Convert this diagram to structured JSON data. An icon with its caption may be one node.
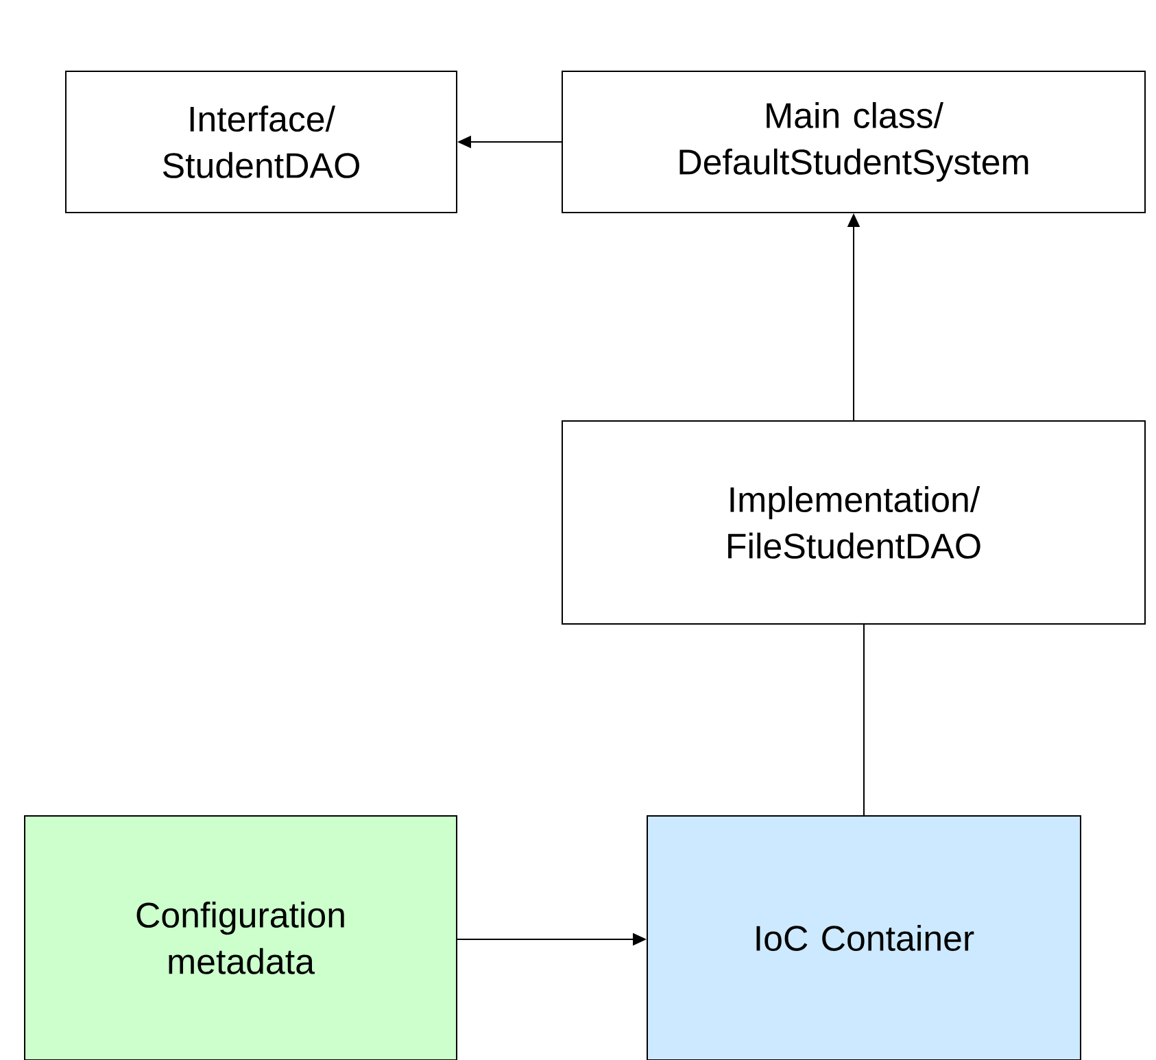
{
  "diagram": {
    "nodes": [
      {
        "text": [
          "Interface/ StudentDAO"
        ]
      },
      {
        "text": [
          "Main class/ DefaultStudentSystem"
        ]
      },
      {
        "text": [
          "Implementation/ FileStudentDAO"
        ]
      },
      {
        "text": [
          "Configuration metadata"
        ]
      },
      {
        "text": [
          "IoC Container"
        ]
      }
    ],
    "edges": [
      {
        "from": 1,
        "to": 0,
        "arrow": "to"
      },
      {
        "from": 2,
        "to": 1,
        "arrow": "to"
      },
      {
        "from": 4,
        "to": 2,
        "arrow": "none"
      },
      {
        "from": 3,
        "to": 4,
        "arrow": "to"
      }
    ]
  }
}
